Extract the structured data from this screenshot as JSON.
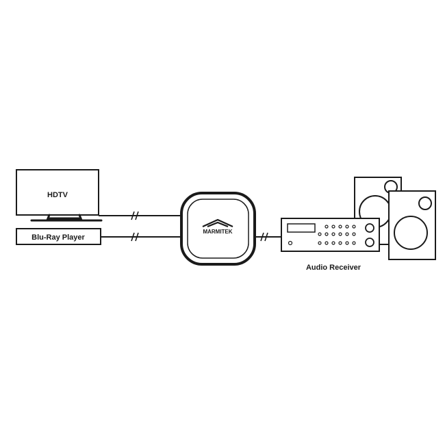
{
  "devices": {
    "tv": {
      "label": "HDTV"
    },
    "bluray": {
      "label": "Blu-Ray Player"
    },
    "hub": {
      "brand": "MARMITEK"
    },
    "receiver": {
      "label": "Audio Receiver"
    }
  },
  "colors": {
    "stroke": "#1a1a1a",
    "background": "#ffffff"
  }
}
